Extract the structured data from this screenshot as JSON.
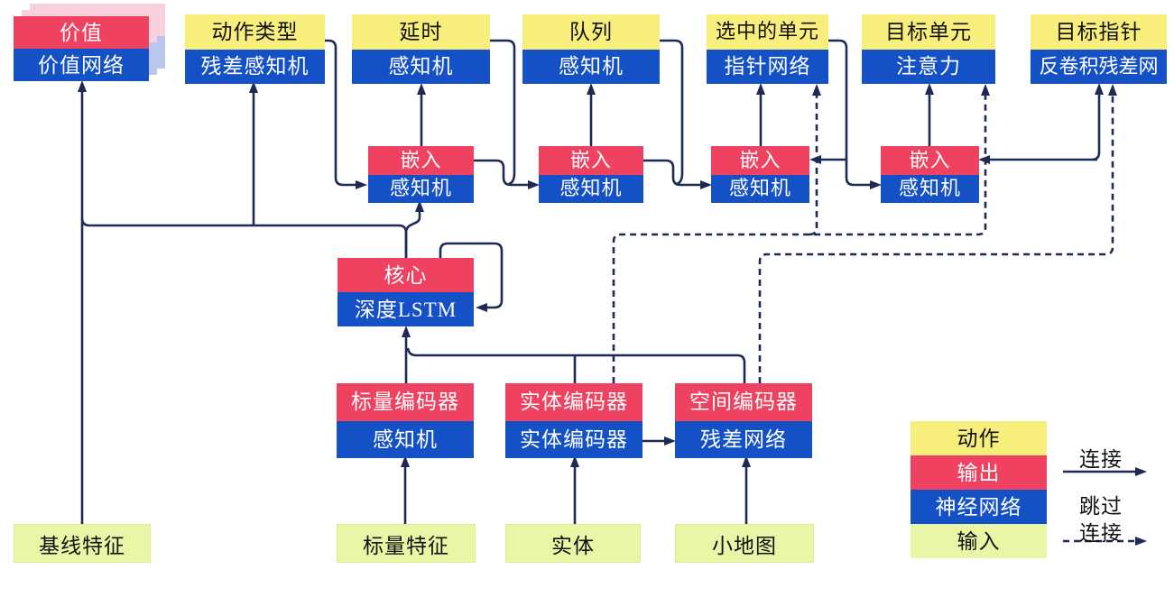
{
  "title": "AlphaStar-style agent architecture diagram (Chinese)",
  "palette": {
    "action_yellow": "#f8ee7c",
    "output_red": "#ef4160",
    "network_blue": "#1551c6",
    "input_green": "#e9f6a6",
    "wire_navy": "#1e2a56",
    "shadow_pink": "#f8cfdc",
    "shadow_blue": "#b9c7ef"
  },
  "heads": [
    {
      "top": "价值",
      "bottom": "价值网络"
    },
    {
      "top": "动作类型",
      "bottom": "残差感知机"
    },
    {
      "top": "延时",
      "bottom": "感知机"
    },
    {
      "top": "队列",
      "bottom": "感知机"
    },
    {
      "top": "选中的单元",
      "bottom": "指针网络"
    },
    {
      "top": "目标单元",
      "bottom": "注意力"
    },
    {
      "top": "目标指针",
      "bottom": "反卷积残差网"
    }
  ],
  "embeddings": [
    {
      "top": "嵌入",
      "bottom": "感知机"
    },
    {
      "top": "嵌入",
      "bottom": "感知机"
    },
    {
      "top": "嵌入",
      "bottom": "感知机"
    },
    {
      "top": "嵌入",
      "bottom": "感知机"
    }
  ],
  "core": {
    "top": "核心",
    "bottom": "深度LSTM"
  },
  "encoders": [
    {
      "top": "标量编码器",
      "bottom": "感知机"
    },
    {
      "top": "实体编码器",
      "bottom": "实体编码器"
    },
    {
      "top": "空间编码器",
      "bottom": "残差网络"
    }
  ],
  "inputs": [
    {
      "label": "基线特征"
    },
    {
      "label": "标量特征"
    },
    {
      "label": "实体"
    },
    {
      "label": "小地图"
    }
  ],
  "legend": {
    "rows": [
      {
        "label": "动作"
      },
      {
        "label": "输出"
      },
      {
        "label": "神经网络"
      },
      {
        "label": "输入"
      }
    ],
    "solid_arrow_label": "连接",
    "dashed_arrow_label_line1": "跳过",
    "dashed_arrow_label_line2": "连接"
  }
}
